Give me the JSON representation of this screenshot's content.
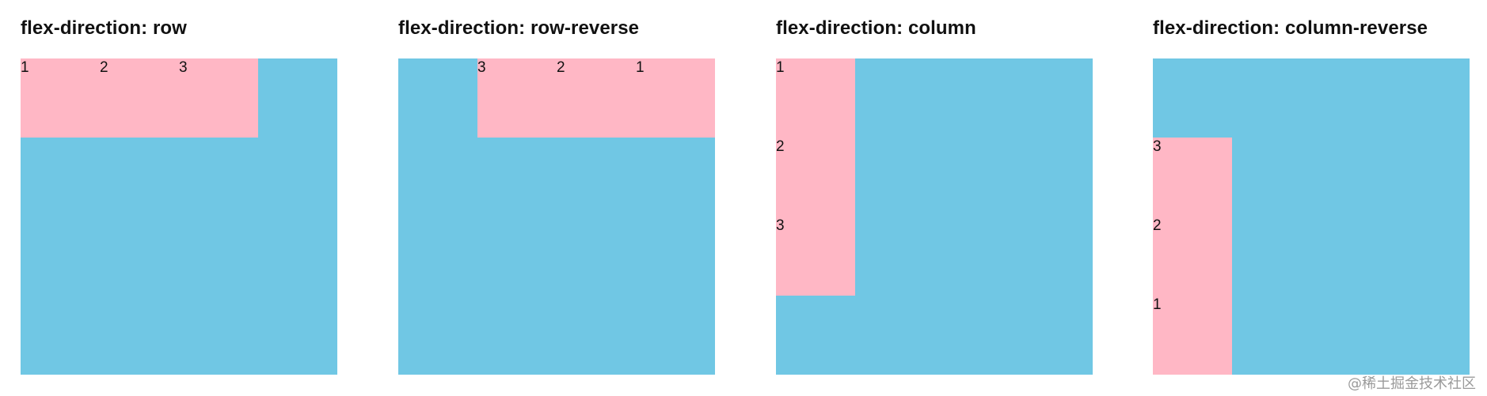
{
  "colors": {
    "container": "#70c7e4",
    "item": "#ffb7c5",
    "text": "#111111",
    "watermark": "#9a9a9a"
  },
  "panels": [
    {
      "title": "flex-direction: row",
      "items": [
        {
          "label": "1"
        },
        {
          "label": "2"
        },
        {
          "label": "3"
        }
      ]
    },
    {
      "title": "flex-direction: row-reverse",
      "items": [
        {
          "label": "3"
        },
        {
          "label": "2"
        },
        {
          "label": "1"
        }
      ]
    },
    {
      "title": "flex-direction: column",
      "items": [
        {
          "label": "1"
        },
        {
          "label": "2"
        },
        {
          "label": "3"
        }
      ]
    },
    {
      "title": "flex-direction: column-reverse",
      "items": [
        {
          "label": "3"
        },
        {
          "label": "2"
        },
        {
          "label": "1"
        }
      ]
    }
  ],
  "watermark": "@稀土掘金技术社区"
}
